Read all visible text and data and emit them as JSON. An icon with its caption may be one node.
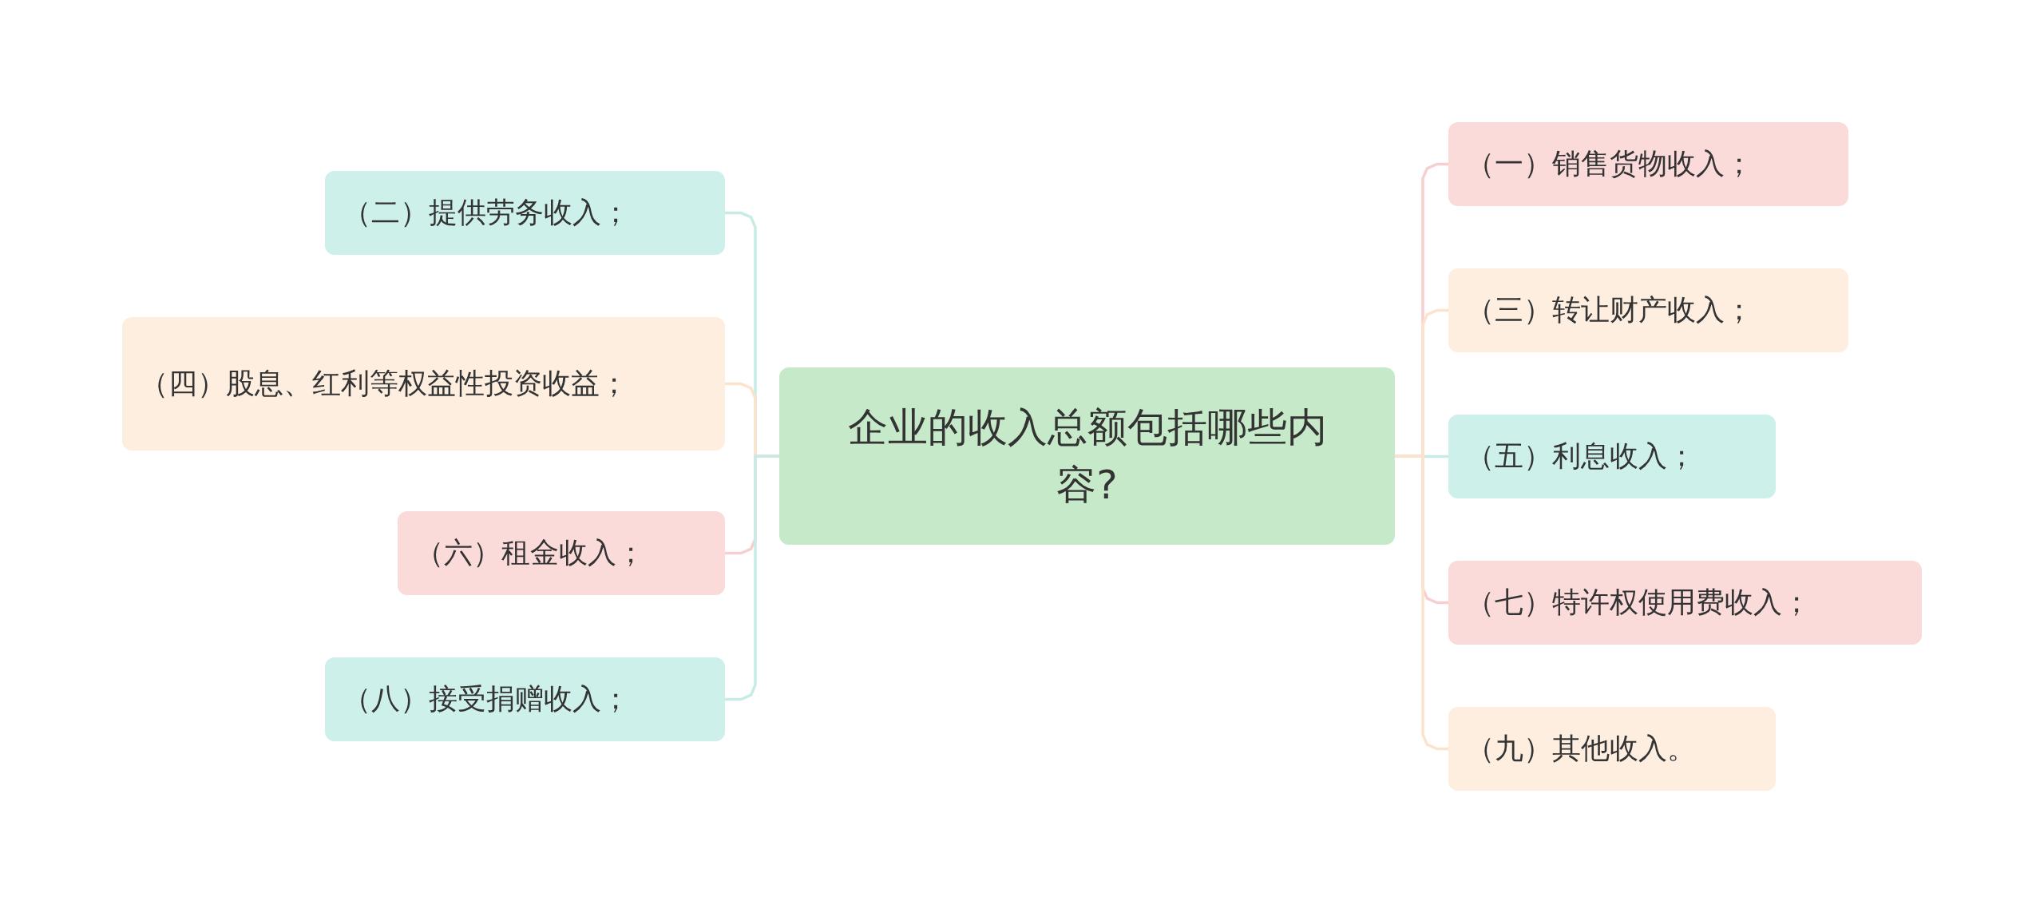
{
  "diagram": {
    "nodes": [
      {
        "text": [
          "企业的收入总额包括哪些内容?"
        ]
      },
      {
        "text": [
          "（一）销售货物收入；"
        ]
      },
      {
        "text": [
          "（二）提供劳务收入；"
        ]
      },
      {
        "text": [
          "（三）转让财产收入；"
        ]
      },
      {
        "text": [
          "（四）股息、红利等权益性投资收益；"
        ]
      },
      {
        "text": [
          "（五）利息收入；"
        ]
      },
      {
        "text": [
          "（六）租金收入；"
        ]
      },
      {
        "text": [
          "（七）特许权使用费收入；"
        ]
      },
      {
        "text": [
          "（八）接受捐赠收入；"
        ]
      },
      {
        "text": [
          "（九）其他收入。"
        ]
      }
    ],
    "edges": [
      {
        "from": 0,
        "to": 1,
        "arrow": "none",
        "color": "#f6d0d0"
      },
      {
        "from": 0,
        "to": 2,
        "arrow": "none",
        "color": "#c6ece5"
      },
      {
        "from": 0,
        "to": 3,
        "arrow": "none",
        "color": "#fce3cc"
      },
      {
        "from": 0,
        "to": 4,
        "arrow": "none",
        "color": "#fce3cc"
      },
      {
        "from": 0,
        "to": 5,
        "arrow": "none",
        "color": "#c6ece5"
      },
      {
        "from": 0,
        "to": 6,
        "arrow": "none",
        "color": "#f6d0d0"
      },
      {
        "from": 0,
        "to": 7,
        "arrow": "none",
        "color": "#f6d0d0"
      },
      {
        "from": 0,
        "to": 8,
        "arrow": "none",
        "color": "#c6ece5"
      },
      {
        "from": 0,
        "to": 9,
        "arrow": "none",
        "color": "#fce3cc"
      }
    ]
  }
}
